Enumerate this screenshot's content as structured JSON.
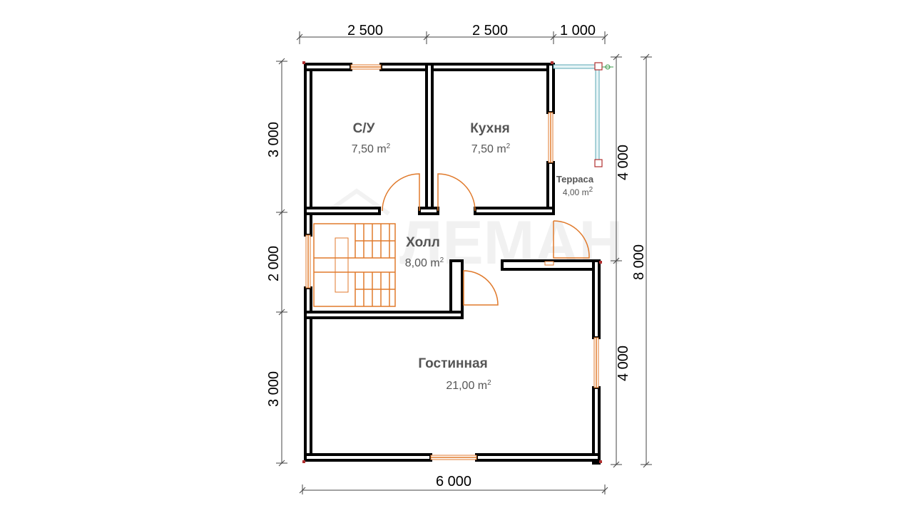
{
  "dimensions": {
    "top": [
      "2 500",
      "2 500",
      "1 000"
    ],
    "left": [
      "3 000",
      "2 000",
      "3 000"
    ],
    "right_inner": [
      "4 000",
      "4 000"
    ],
    "right_outer": "8 000",
    "bottom": "6 000"
  },
  "rooms": [
    {
      "name": "С/У",
      "area": "7,50 m"
    },
    {
      "name": "Кухня",
      "area": "7,50 m"
    },
    {
      "name": "Холл",
      "area": "8,00 m"
    },
    {
      "name": "Гостинная",
      "area": "21,00 m"
    },
    {
      "name": "Терраса",
      "area": "4,00 m"
    }
  ],
  "area_unit_sup": "2",
  "watermark": "ЛЕМАН",
  "colors": {
    "wall": "#000000",
    "window": "#e07a2c",
    "terrace_rail": "#5aa7b5",
    "corner": "#b03030"
  }
}
